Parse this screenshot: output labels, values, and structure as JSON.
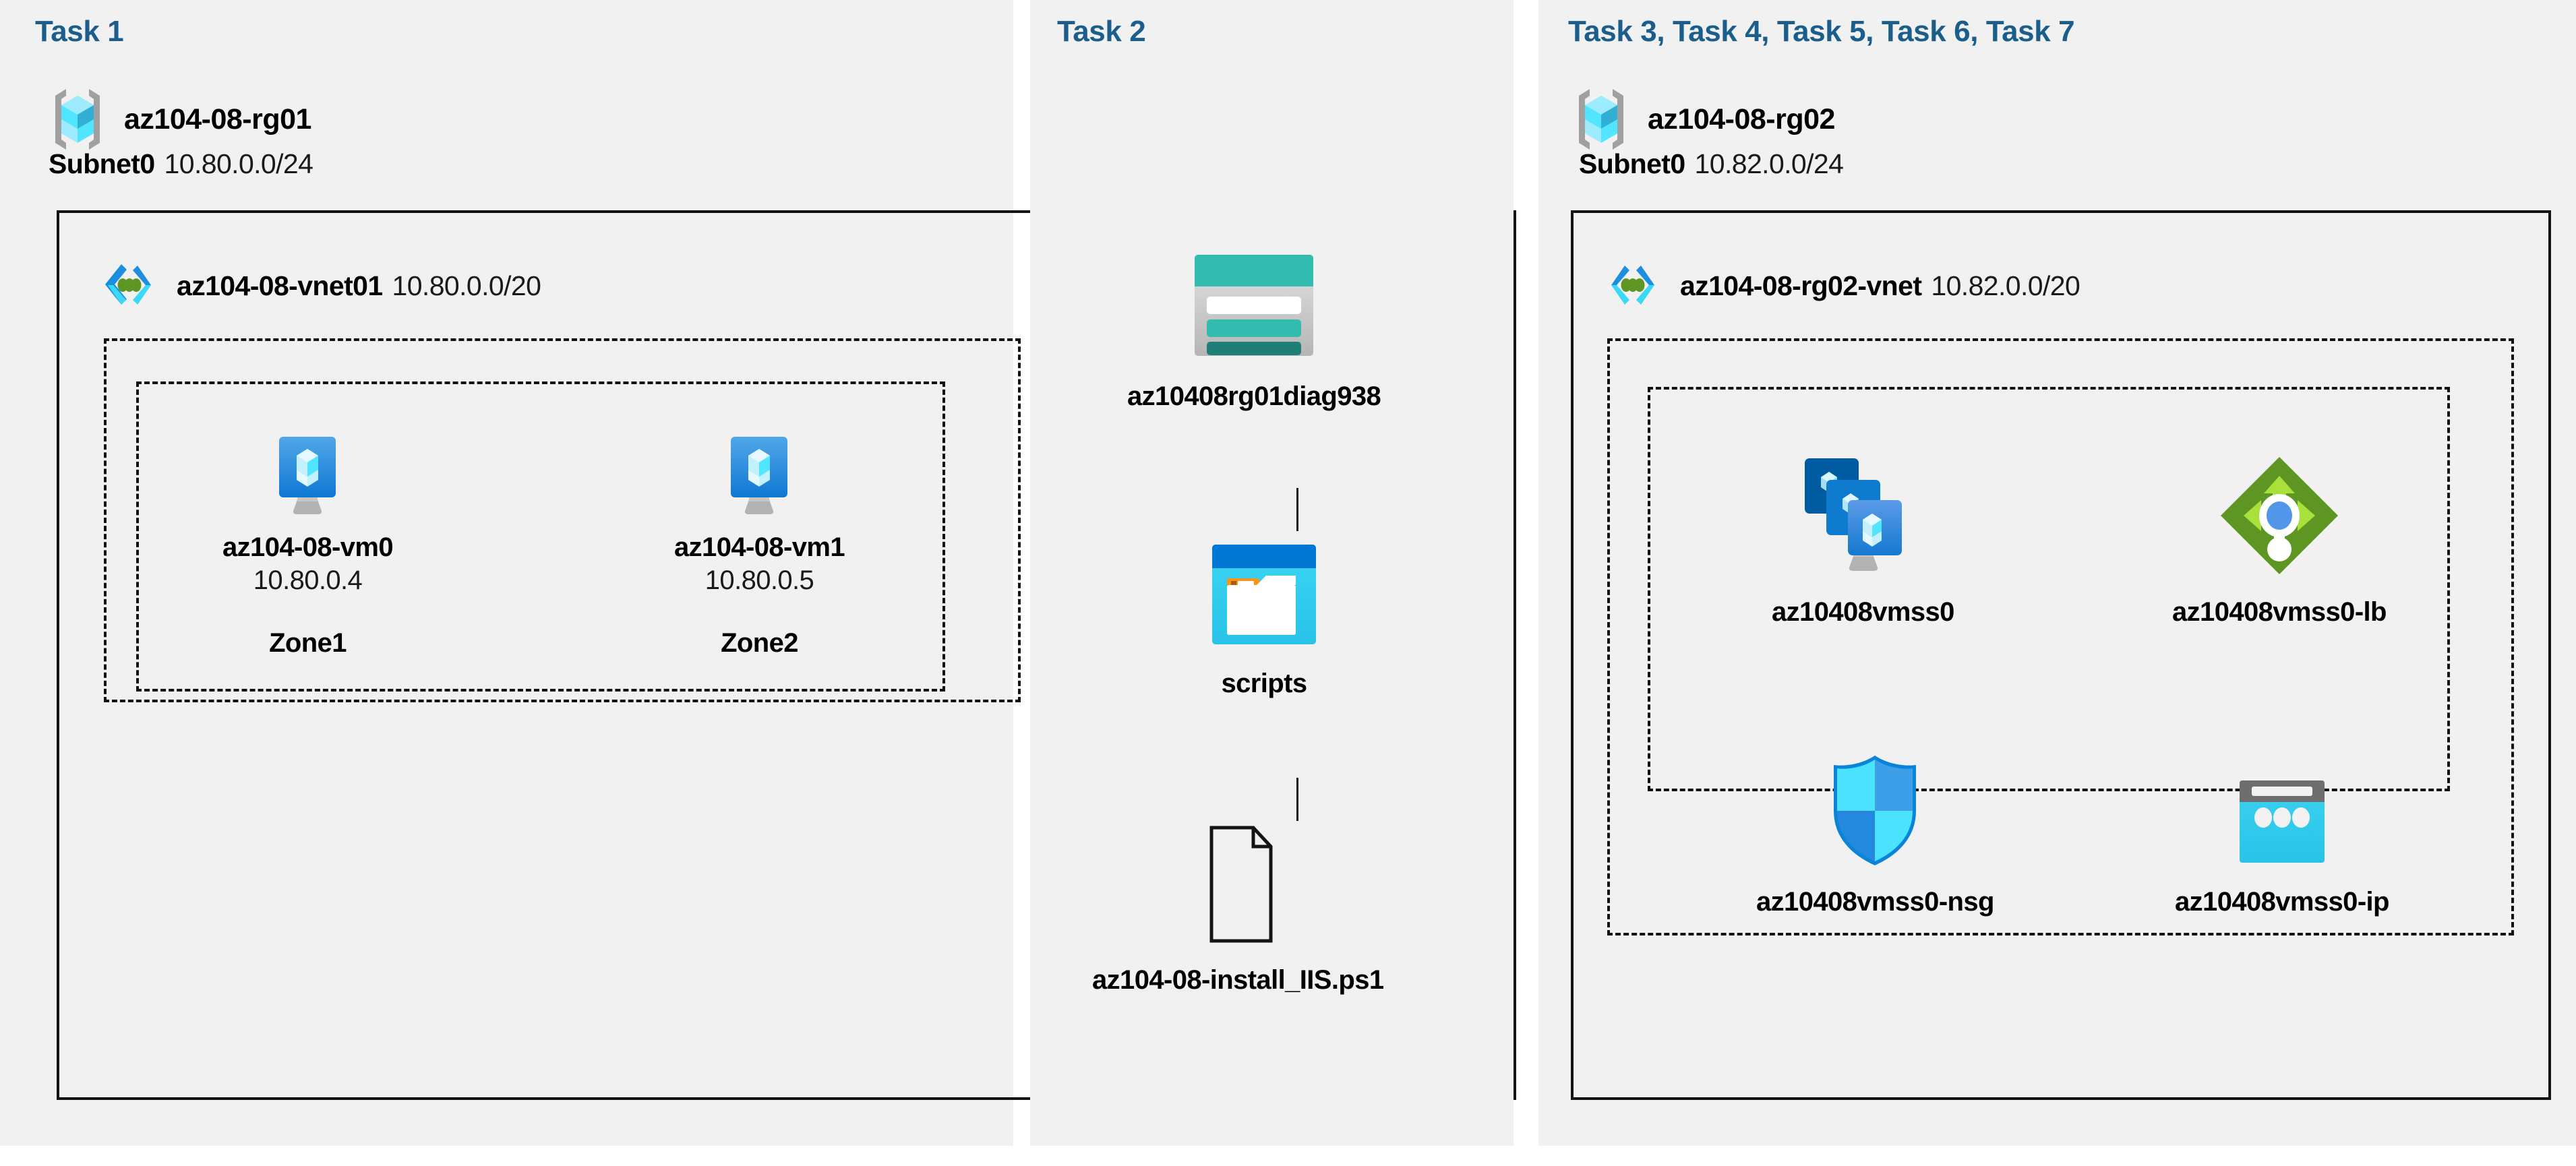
{
  "colors": {
    "panel_bg": "#F1F1F1",
    "page_bg": "#FFFFFF",
    "task_label": "#1B5E8C",
    "border": "#141414",
    "azure_blue": "#0078D4",
    "azure_cyan": "#50E6FF",
    "storage_teal": "#32BCB0",
    "lb_green": "#76BC2D",
    "nsg_blue": "#32BEFF",
    "container_orange": "#F7941E"
  },
  "panels": [
    {
      "id": "task1",
      "label": "Task 1",
      "resource_group": {
        "name": "az104-08-rg01",
        "icon": "resource-group-icon"
      },
      "vnet": {
        "name": "az104-08-vnet01",
        "cidr": "10.80.0.0/20",
        "icon": "virtual-network-icon",
        "subnet": {
          "name": "Subnet0",
          "cidr": "10.80.0.0/24",
          "resources": [
            {
              "name": "az104-08-vm0",
              "ip": "10.80.0.4",
              "zone": "Zone1",
              "icon": "virtual-machine-icon"
            },
            {
              "name": "az104-08-vm1",
              "ip": "10.80.0.5",
              "zone": "Zone2",
              "icon": "virtual-machine-icon"
            }
          ]
        }
      }
    },
    {
      "id": "task2",
      "label": "Task 2",
      "resources": [
        {
          "name": "az10408rg01diag938",
          "icon": "storage-account-icon"
        },
        {
          "name": "scripts",
          "icon": "blob-container-icon"
        },
        {
          "name": "az104-08-install_IIS.ps1",
          "icon": "script-file-icon"
        }
      ]
    },
    {
      "id": "task3",
      "label": "Task 3, Task 4, Task 5, Task 6, Task 7",
      "resource_group": {
        "name": "az104-08-rg02",
        "icon": "resource-group-icon"
      },
      "vnet": {
        "name": "az104-08-rg02-vnet",
        "cidr": "10.82.0.0/20",
        "icon": "virtual-network-icon",
        "subnet": {
          "name": "Subnet0",
          "cidr": "10.82.0.0/24",
          "resources": [
            {
              "name": "az10408vmss0",
              "icon": "vm-scale-set-icon"
            },
            {
              "name": "az10408vmss0-lb",
              "icon": "load-balancer-icon"
            },
            {
              "name": "az10408vmss0-nsg",
              "icon": "network-security-group-icon"
            },
            {
              "name": "az10408vmss0-ip",
              "icon": "public-ip-address-icon"
            }
          ]
        }
      }
    }
  ]
}
